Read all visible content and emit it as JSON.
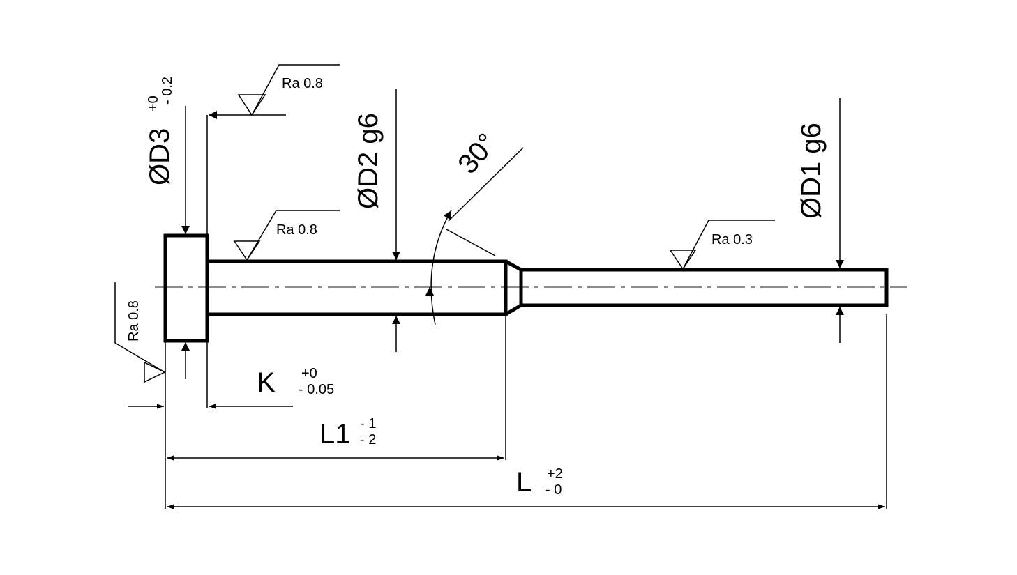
{
  "dimensions": {
    "d3": "ØD3",
    "d3_tol_upper": "+0",
    "d3_tol_lower": "- 0.2",
    "d2": "ØD2 g6",
    "d1": "ØD1 g6",
    "angle": "30°",
    "k": "K",
    "k_tol_upper": "+0",
    "k_tol_lower": "- 0.05",
    "l1": "L1",
    "l1_tol_upper": "- 1",
    "l1_tol_lower": "- 2",
    "l": "L",
    "l_tol_upper": "+2",
    "l_tol_lower": "- 0"
  },
  "roughness": {
    "head_top": "Ra 0.8",
    "shank": "Ra 0.8",
    "head_face": "Ra 0.8",
    "pin": "Ra 0.3"
  }
}
